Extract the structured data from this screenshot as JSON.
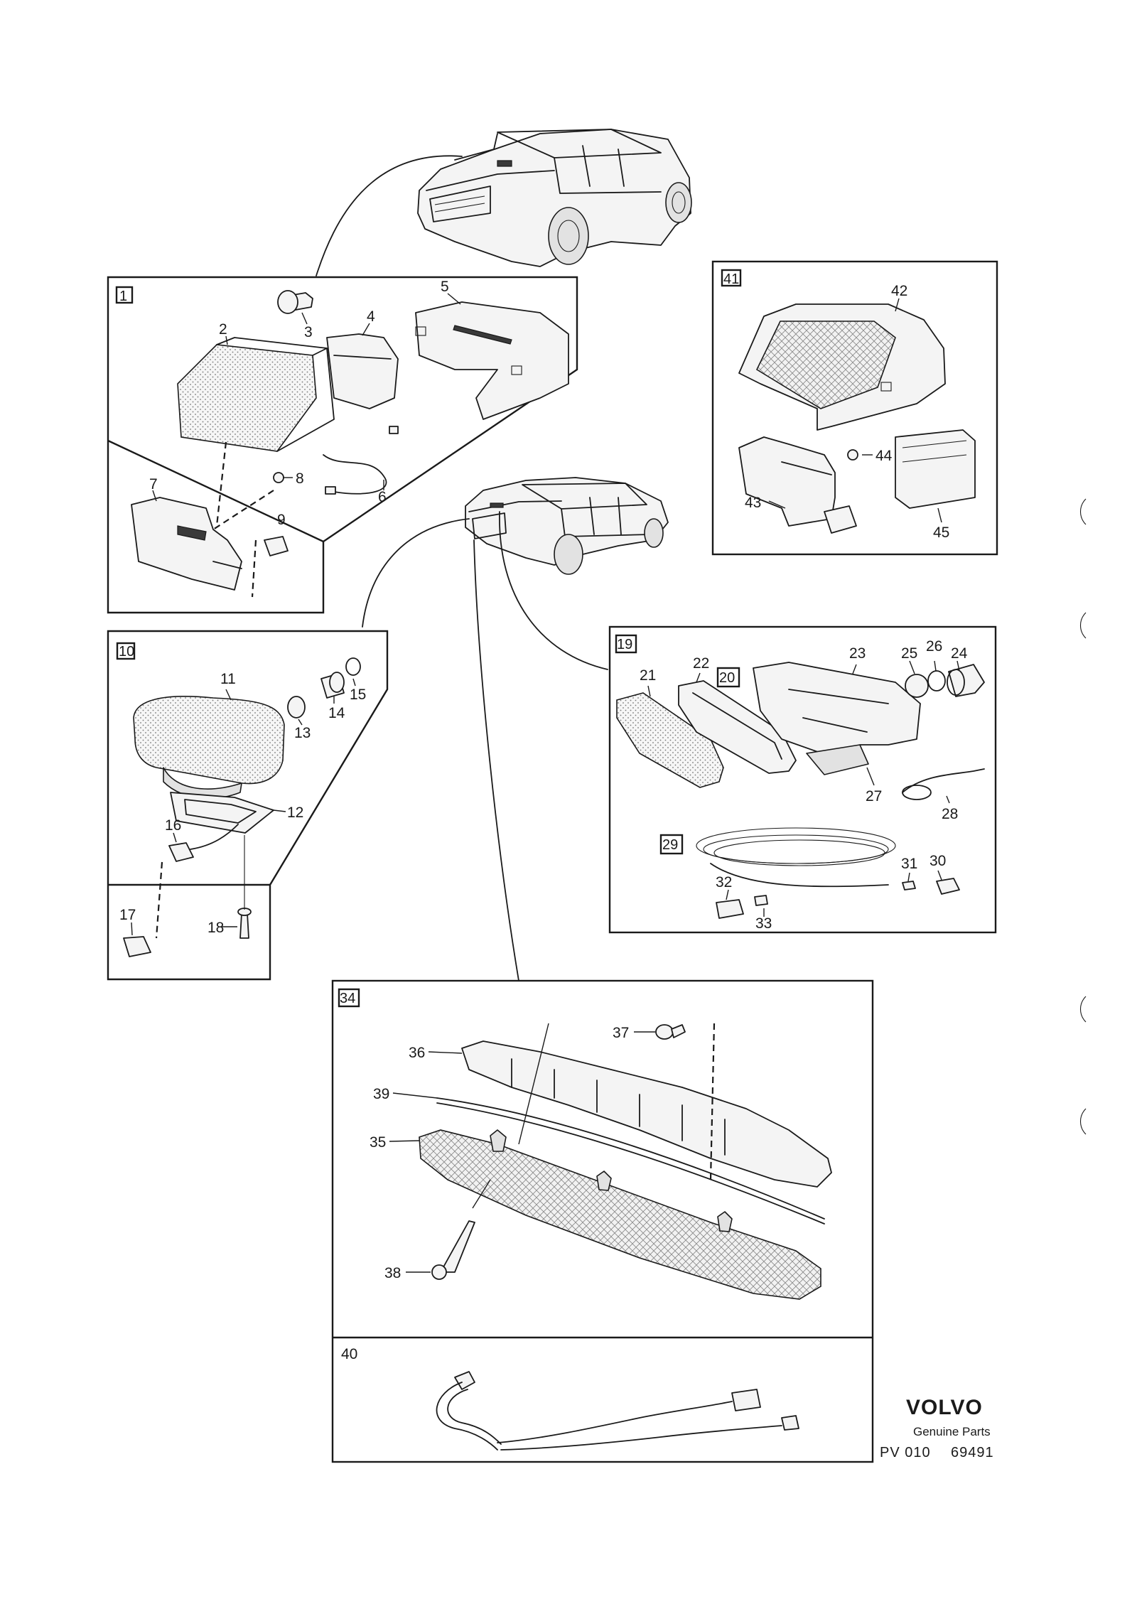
{
  "labels": {
    "b1": "1",
    "p2": "2",
    "p3": "3",
    "p4": "4",
    "p5": "5",
    "p6": "6",
    "p7": "7",
    "p8": "8",
    "p9": "9",
    "b10": "10",
    "p11": "11",
    "p12": "12",
    "p13": "13",
    "p14": "14",
    "p15": "15",
    "p16": "16",
    "p17": "17",
    "p18": "18",
    "b19": "19",
    "b20": "20",
    "p21": "21",
    "p22": "22",
    "p23": "23",
    "p24": "24",
    "p25": "25",
    "p26": "26",
    "p27": "27",
    "p28": "28",
    "b29": "29",
    "p30": "30",
    "p31": "31",
    "p32": "32",
    "p33": "33",
    "b34": "34",
    "p35": "35",
    "p36": "36",
    "p37": "37",
    "p38": "38",
    "p39": "39",
    "p40": "40",
    "b41": "41",
    "p42": "42",
    "p43": "43",
    "p44": "44",
    "p45": "45"
  },
  "footer": {
    "brand": "VOLVO",
    "tagline": "Genuine Parts",
    "code_prefix": "PV 010",
    "code_number": "69491"
  }
}
